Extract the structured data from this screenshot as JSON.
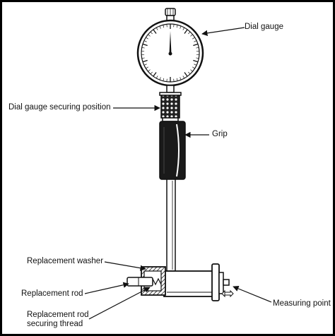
{
  "diagram": {
    "labels": {
      "dial_gauge": "Dial gauge",
      "dial_gauge_securing_position": "Dial gauge securing position",
      "grip": "Grip",
      "replacement_washer": "Replacement washer",
      "replacement_rod": "Replacement rod",
      "replacement_rod_securing_thread_line1": "Replacement rod",
      "replacement_rod_securing_thread_line2": "securing thread",
      "measuring_point": "Measuring point"
    },
    "colors": {
      "ink": "#111111",
      "paper": "#ffffff",
      "border": "#000000"
    }
  }
}
